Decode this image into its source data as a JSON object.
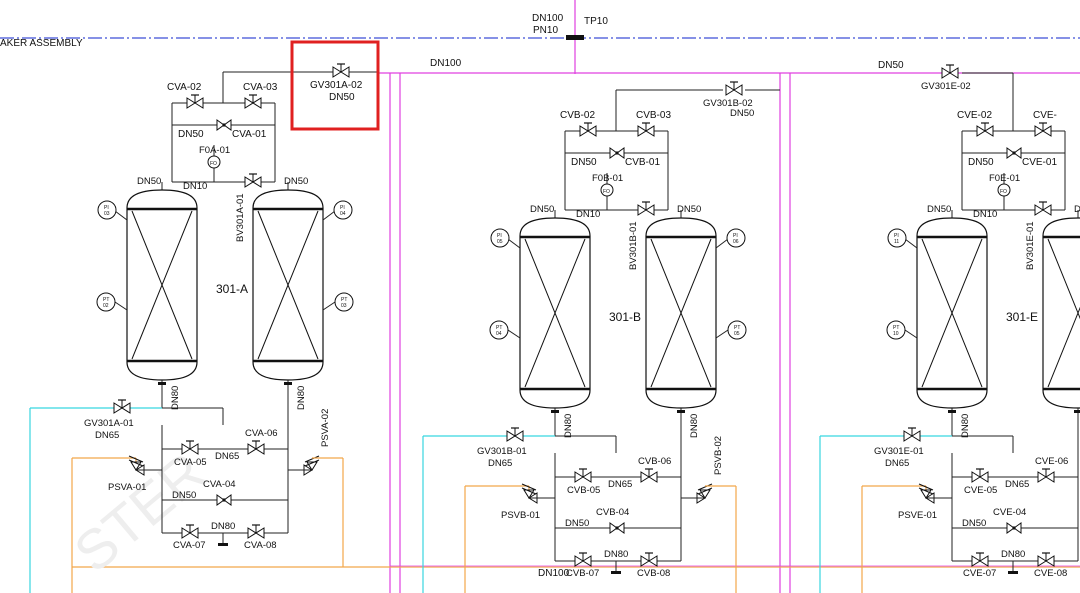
{
  "header": {
    "top_dn": "DN100",
    "top_pn": "PN10",
    "tp": "TP10",
    "assembly": "AKER ASSEMBLY"
  },
  "main_lines": {
    "a_dn": "DN100",
    "e_dn": "DN50",
    "bottom_dn": "DN100"
  },
  "watermark": "STER",
  "highlight": {
    "tag": "GV301A-02",
    "dn": "DN50"
  },
  "colors": {
    "process": "#222222",
    "magenta": "#e040e0",
    "cyan": "#38d6e0",
    "orange": "#f2a64a",
    "blue": "#3f4fd8",
    "highlight": "#e02020"
  },
  "units": [
    {
      "id": "A",
      "tower": "301-A",
      "gv_top": "GV301A-02",
      "gv_top_dn": "DN50",
      "cv_left": "CVA-02",
      "cv_right": "CVA-03",
      "cv_mid": "CVA-01",
      "dn_small": "DN50",
      "fo": "F0A-01",
      "fo_icon": "FO",
      "dn50_l": "DN50",
      "dn10": "DN10",
      "dn50_r": "DN50",
      "bv": "BV301A-01",
      "pi_l": "PI",
      "pi_l_no": "03",
      "pi_r": "PI",
      "pi_r_no": "04",
      "pt_l": "PT",
      "pt_l_no": "02",
      "pt_r": "PT",
      "pt_r_no": "03",
      "dn80_l": "DN80",
      "dn80_r": "DN80",
      "gv_bot": "GV301A-01",
      "gv_bot_dn": "DN65",
      "cv05": "CVA-05",
      "dn65": "DN65",
      "cv06": "CVA-06",
      "psv_l": "PSVA-01",
      "psv_r": "PSVA-02",
      "dn50_b": "DN50",
      "cv04": "CVA-04",
      "dn80_b": "DN80",
      "cv07": "CVA-07",
      "cv08": "CVA-08"
    },
    {
      "id": "B",
      "tower": "301-B",
      "gv_top": "GV301B-02",
      "gv_top_dn": "DN50",
      "cv_left": "CVB-02",
      "cv_right": "CVB-03",
      "cv_mid": "CVB-01",
      "dn_small": "DN50",
      "fo": "F0B-01",
      "fo_icon": "FO",
      "dn50_l": "DN50",
      "dn10": "DN10",
      "dn50_r": "DN50",
      "bv": "BV301B-01",
      "pi_l": "PI",
      "pi_l_no": "05",
      "pi_r": "PI",
      "pi_r_no": "06",
      "pt_l": "PT",
      "pt_l_no": "04",
      "pt_r": "PT",
      "pt_r_no": "05",
      "dn80_l": "DN80",
      "dn80_r": "DN80",
      "gv_bot": "GV301B-01",
      "gv_bot_dn": "DN65",
      "cv05": "CVB-05",
      "dn65": "DN65",
      "cv06": "CVB-06",
      "psv_l": "PSVB-01",
      "psv_r": "PSVB-02",
      "dn50_b": "DN50",
      "cv04": "CVB-04",
      "dn80_b": "DN80",
      "cv07": "CVB-07",
      "cv08": "CVB-08"
    },
    {
      "id": "E",
      "tower": "301-E",
      "gv_top": "GV301E-02",
      "gv_top_dn": "",
      "cv_left": "CVE-02",
      "cv_right": "CVE-",
      "cv_mid": "CVE-01",
      "dn_small": "DN50",
      "fo": "F0E-01",
      "fo_icon": "FO",
      "dn50_l": "DN50",
      "dn10": "DN10",
      "dn50_r": "D",
      "bv": "BV301E-01",
      "pi_l": "PI",
      "pi_l_no": "11",
      "pi_r": "",
      "pi_r_no": "",
      "pt_l": "PT",
      "pt_l_no": "10",
      "pt_r": "",
      "pt_r_no": "",
      "dn80_l": "DN80",
      "dn80_r": "",
      "gv_bot": "GV301E-01",
      "gv_bot_dn": "DN65",
      "cv05": "CVE-05",
      "dn65": "DN65",
      "cv06": "CVE-06",
      "psv_l": "PSVE-01",
      "psv_r": "",
      "dn50_b": "DN50",
      "cv04": "CVE-04",
      "dn80_b": "DN80",
      "cv07": "CVE-07",
      "cv08": "CVE-08"
    }
  ]
}
